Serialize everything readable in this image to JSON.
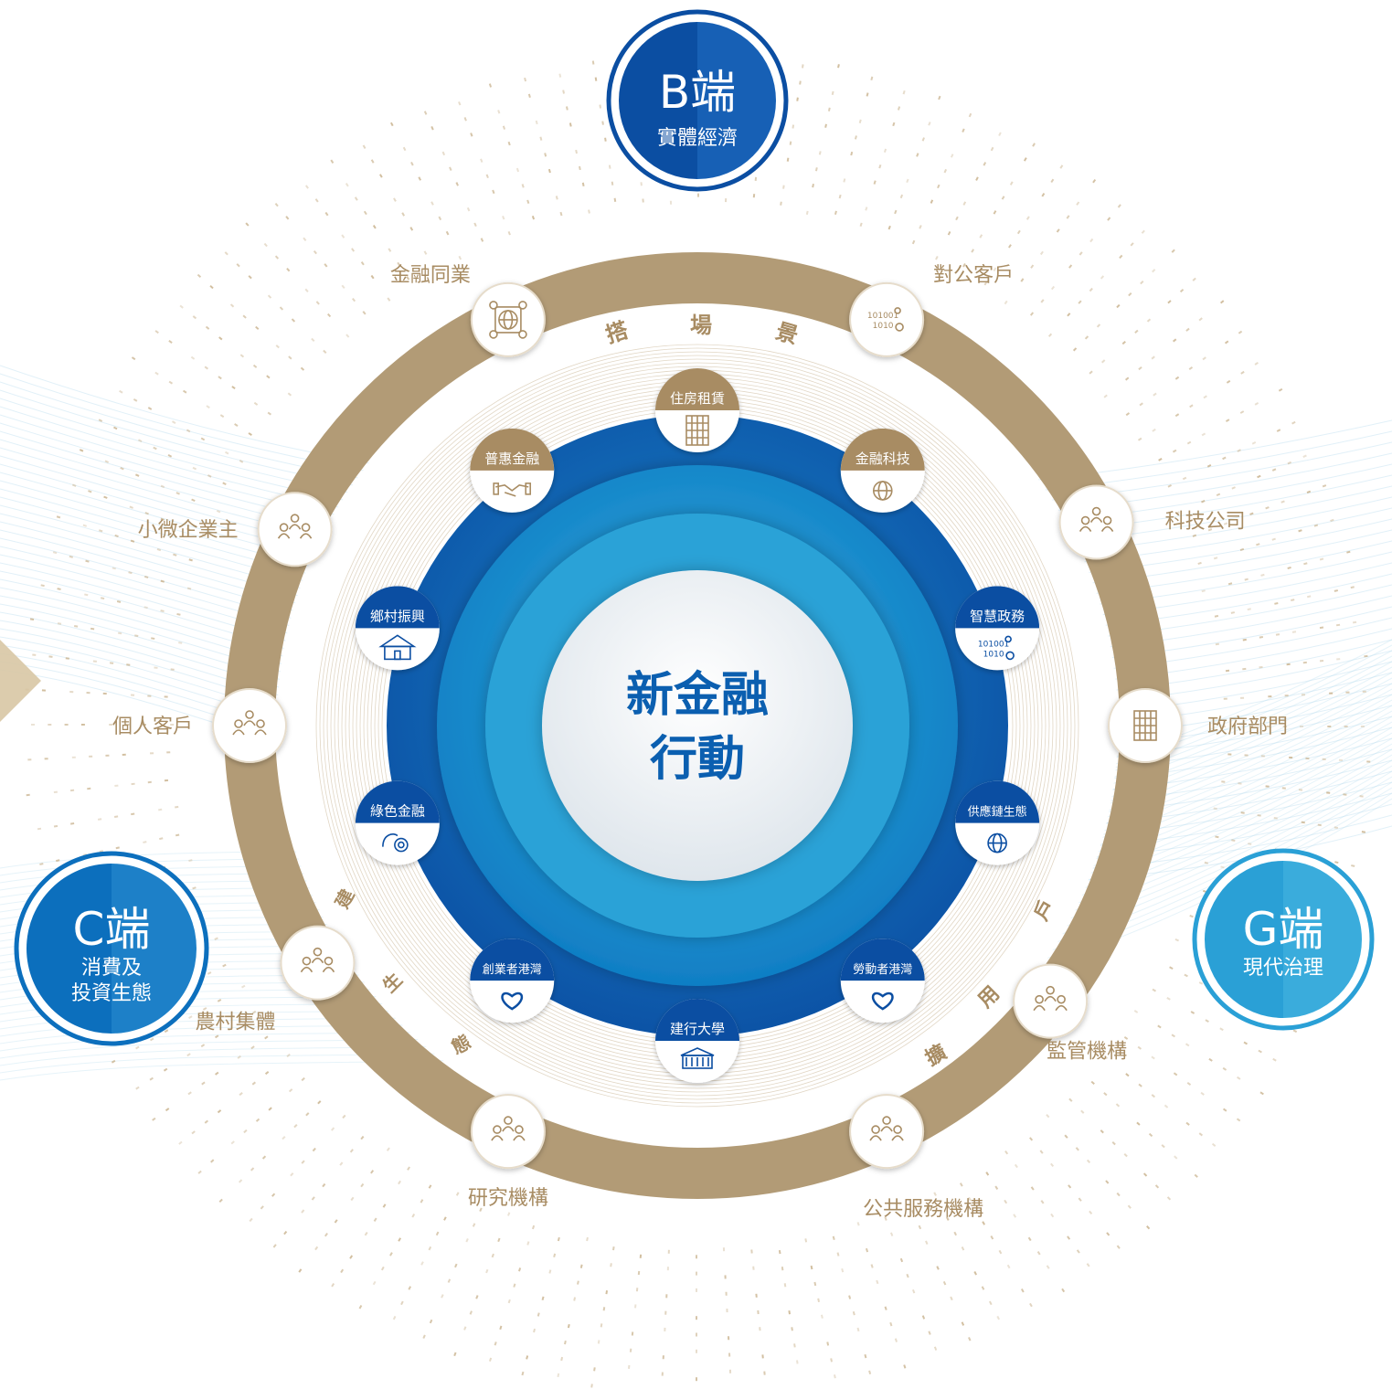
{
  "colors": {
    "gold": "#b29b76",
    "gold_text": "#a88c63",
    "navy": "#0b4ea2",
    "blue_mid": "#0d6fb8",
    "blue_light": "#2a9fd4",
    "center_text": "#0b5fb0",
    "background_wave": "#cde6f3"
  },
  "center": {
    "line1": "新金融",
    "line2": "行動"
  },
  "ends": {
    "b": {
      "title": "B端",
      "subtitle": "實體經濟"
    },
    "c": {
      "title": "C端",
      "subtitle_line1": "消費及",
      "subtitle_line2": "投資生態"
    },
    "g": {
      "title": "G端",
      "subtitle": "現代治理"
    }
  },
  "ring_phrases": {
    "top": [
      "搭",
      "場",
      "景"
    ],
    "left": [
      "建",
      "生",
      "態"
    ],
    "right": [
      "擴",
      "用",
      "戶"
    ]
  },
  "outer_nodes": [
    {
      "label": "金融同業",
      "icon": "globe-network-icon"
    },
    {
      "label": "對公客戶",
      "icon": "binary-network-icon"
    },
    {
      "label": "科技公司",
      "icon": "tech-presentation-icon"
    },
    {
      "label": "政府部門",
      "icon": "building-icon"
    },
    {
      "label": "監管機構",
      "icon": "people-network-icon"
    },
    {
      "label": "公共服務機構",
      "icon": "service-people-icon"
    },
    {
      "label": "研究機構",
      "icon": "research-meeting-icon"
    },
    {
      "label": "農村集體",
      "icon": "community-icon"
    },
    {
      "label": "個人客戶",
      "icon": "person-chat-icon"
    },
    {
      "label": "小微企業主",
      "icon": "small-business-icon"
    }
  ],
  "inner_nodes": [
    {
      "label": "住房租賃",
      "icon": "apartment-icon",
      "style": "gold"
    },
    {
      "label": "金融科技",
      "icon": "globe-icon",
      "style": "gold"
    },
    {
      "label": "智慧政務",
      "icon": "data-building-icon",
      "style": "blue"
    },
    {
      "label": "供應鏈生態",
      "icon": "globe-icon",
      "style": "blue"
    },
    {
      "label": "勞動者港灣",
      "icon": "heart-hands-icon",
      "style": "blue"
    },
    {
      "label": "建行大學",
      "icon": "university-icon",
      "style": "blue"
    },
    {
      "label": "創業者港灣",
      "icon": "heart-hands-icon",
      "style": "blue"
    },
    {
      "label": "綠色金融",
      "icon": "eco-gear-icon",
      "style": "blue"
    },
    {
      "label": "鄉村振興",
      "icon": "village-house-icon",
      "style": "blue"
    },
    {
      "label": "普惠金融",
      "icon": "handshake-icon",
      "style": "gold"
    }
  ]
}
